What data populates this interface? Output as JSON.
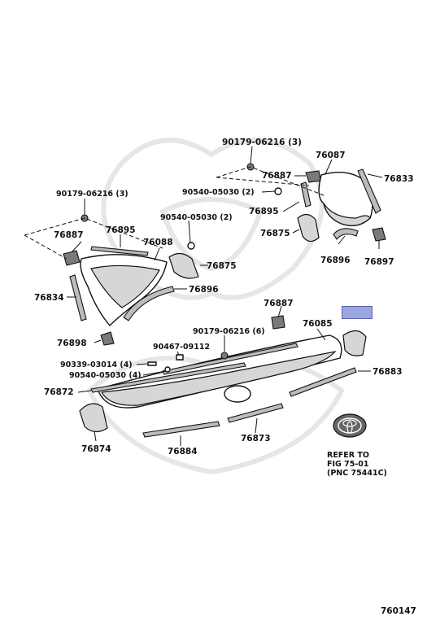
{
  "labels": {
    "c1": "90179-06216 (3)",
    "c2": "76087",
    "c3": "76887",
    "c4": "76833",
    "c5": "90540-05030 (2)",
    "c6": "76895",
    "c7": "76875",
    "c8": "76896",
    "c9": "76897",
    "l1": "90179-06216 (3)",
    "l2": "90540-05030 (2)",
    "l3": "76887",
    "l4": "76895",
    "l5": "76088",
    "l6": "76875",
    "l7": "76834",
    "l8": "76896",
    "m1": "76887",
    "m2": "76085",
    "m3": "90179-06216 (6)",
    "m4": "90467-09112",
    "m5": "76898",
    "m6": "90339-03014 (4)",
    "m7": "90540-05030 (4)",
    "m8": "76883",
    "m9": "76872",
    "m10": "76874",
    "m11": "76884",
    "m12": "76873",
    "ref1": "REFER TO",
    "ref2": "FIG 75-01",
    "ref3": "(PNC 75441C)",
    "fig": "760147"
  },
  "highlight_color": "#9ba6e0"
}
